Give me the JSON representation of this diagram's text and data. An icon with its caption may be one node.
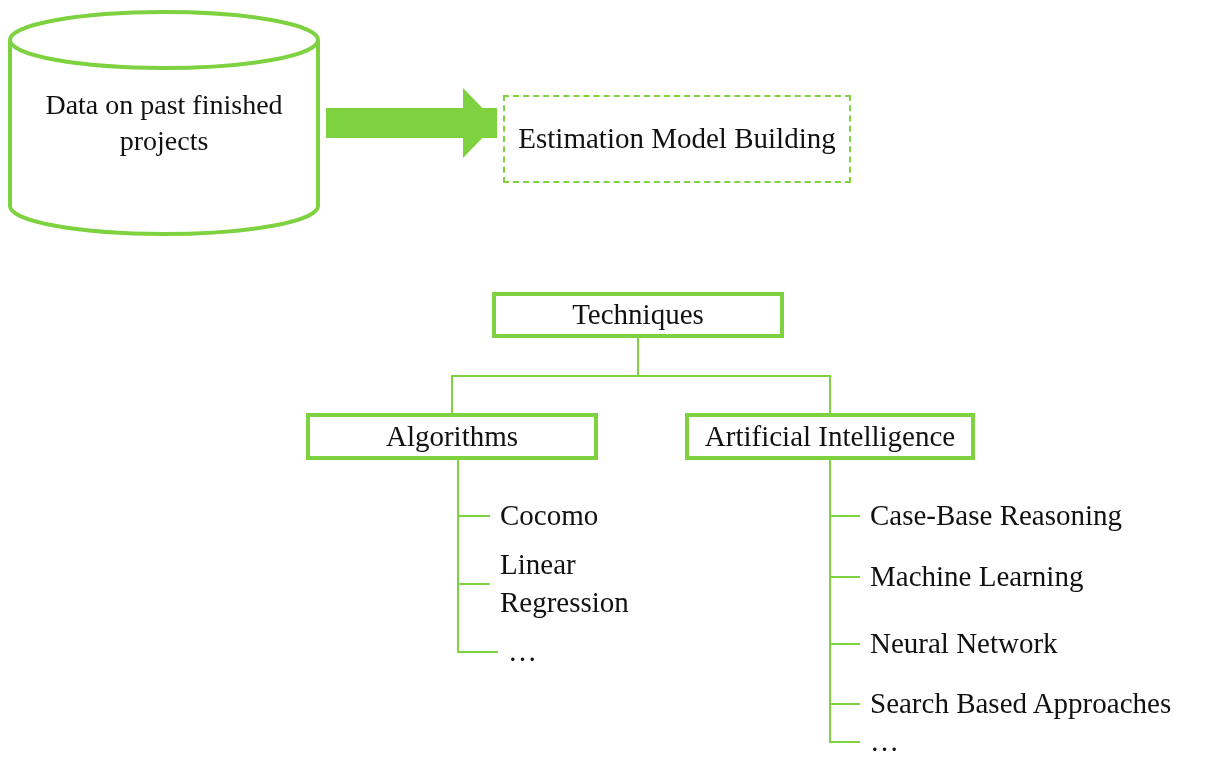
{
  "diagram": {
    "nodes": [
      {
        "text": [
          "Data on past finished projects"
        ]
      },
      {
        "text": [
          "Estimation Model Building"
        ]
      },
      {
        "text": [
          "Techniques"
        ]
      },
      {
        "text": [
          "Algorithms"
        ]
      },
      {
        "text": [
          "Artificial Intelligence"
        ]
      },
      {
        "text": [
          "Cocomo"
        ]
      },
      {
        "text": [
          "Linear Regression"
        ]
      },
      {
        "text": [
          "…"
        ]
      },
      {
        "text": [
          "Case-Base Reasoning"
        ]
      },
      {
        "text": [
          "Machine Learning"
        ]
      },
      {
        "text": [
          "Neural Network"
        ]
      },
      {
        "text": [
          "Search Based Approaches"
        ]
      },
      {
        "text": [
          "…"
        ]
      }
    ],
    "edges": [
      {
        "from": 0,
        "to": 1,
        "arrow": "to",
        "style": "thick"
      },
      {
        "from": 2,
        "to": 3,
        "arrow": "none"
      },
      {
        "from": 2,
        "to": 4,
        "arrow": "none"
      },
      {
        "from": 3,
        "to": 5,
        "arrow": "none"
      },
      {
        "from": 3,
        "to": 6,
        "arrow": "none"
      },
      {
        "from": 3,
        "to": 7,
        "arrow": "none"
      },
      {
        "from": 4,
        "to": 8,
        "arrow": "none"
      },
      {
        "from": 4,
        "to": 9,
        "arrow": "none"
      },
      {
        "from": 4,
        "to": 10,
        "arrow": "none"
      },
      {
        "from": 4,
        "to": 11,
        "arrow": "none"
      },
      {
        "from": 4,
        "to": 12,
        "arrow": "none"
      }
    ]
  }
}
